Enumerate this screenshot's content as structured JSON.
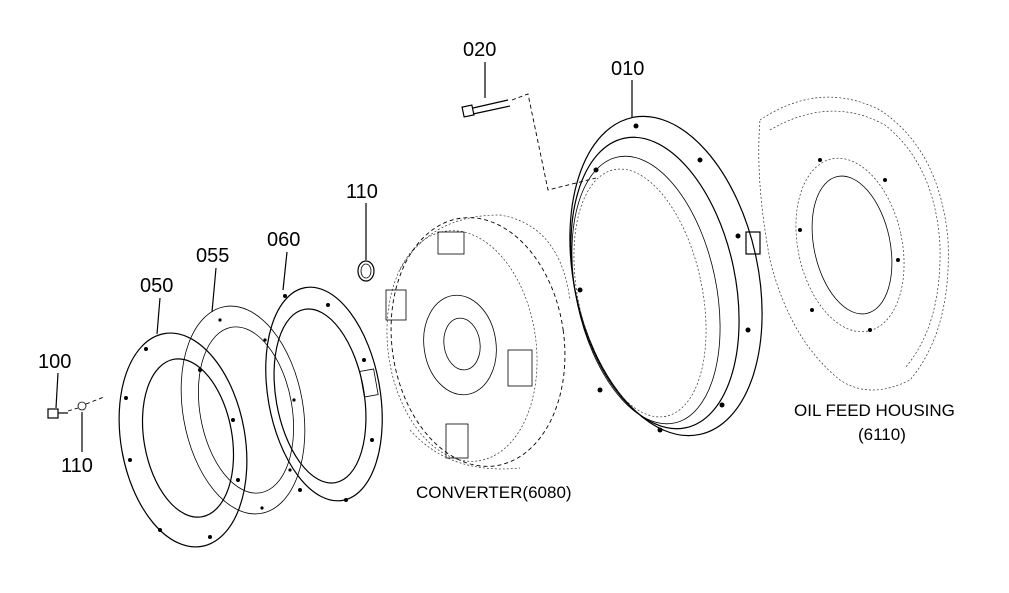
{
  "callouts": {
    "c020": "020",
    "c010": "010",
    "c110_top": "110",
    "c055": "055",
    "c060": "060",
    "c050": "050",
    "c100": "100",
    "c110_bottom": "110"
  },
  "captions": {
    "converter": "CONVERTER(6080)",
    "oil_feed_line1": "OIL FEED HOUSING",
    "oil_feed_line2": "(6110)"
  }
}
